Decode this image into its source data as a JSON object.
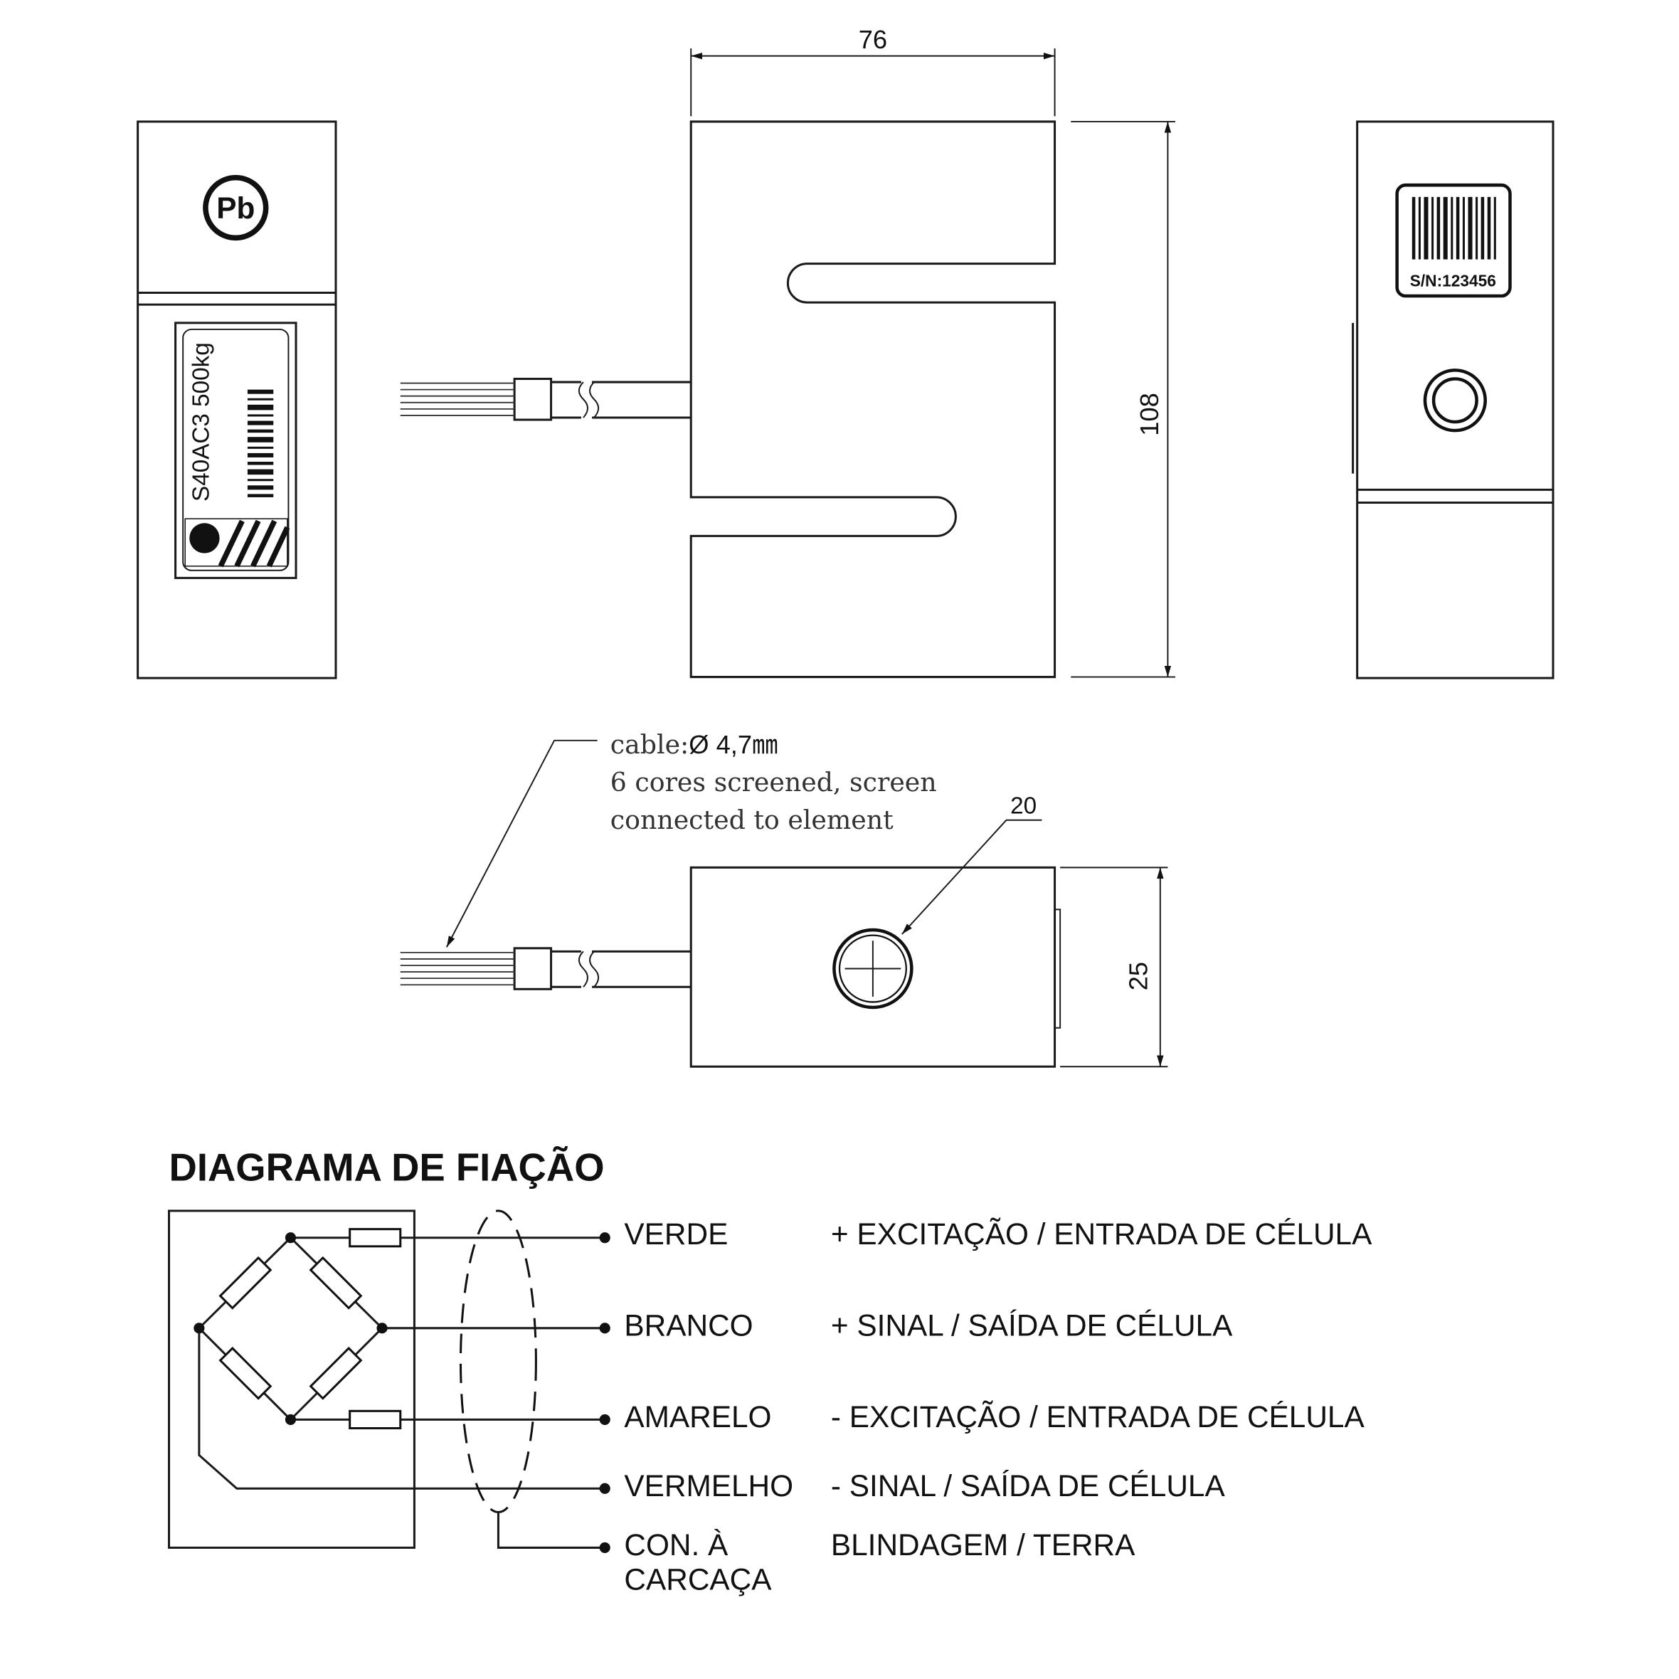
{
  "dimensions": {
    "width": "76",
    "height": "108",
    "thickness": "25",
    "thread": "20"
  },
  "labels": {
    "left_label_model": "S40AC3 500kg",
    "pb_logo": "Pb",
    "serial_label": "S/N:123456"
  },
  "cable_note": {
    "line1_prefix": "cable:",
    "line1_value": "Ø 4,7㎜",
    "line2": "6 cores screened, screen",
    "line3": "connected to element"
  },
  "wiring": {
    "title": "DIAGRAMA DE FIAÇÃO",
    "rows": [
      {
        "color": "VERDE",
        "function": "+ EXCITAÇÃO / ENTRADA DE CÉLULA"
      },
      {
        "color": "BRANCO",
        "function": "+ SINAL / SAÍDA DE CÉLULA"
      },
      {
        "color": "AMARELO",
        "function": "- EXCITAÇÃO / ENTRADA DE CÉLULA"
      },
      {
        "color": "VERMELHO",
        "function": "- SINAL / SAÍDA DE CÉLULA"
      },
      {
        "color_line1": "CON. À",
        "color_line2": "CARCAÇA",
        "function": "BLINDAGEM / TERRA"
      }
    ]
  }
}
